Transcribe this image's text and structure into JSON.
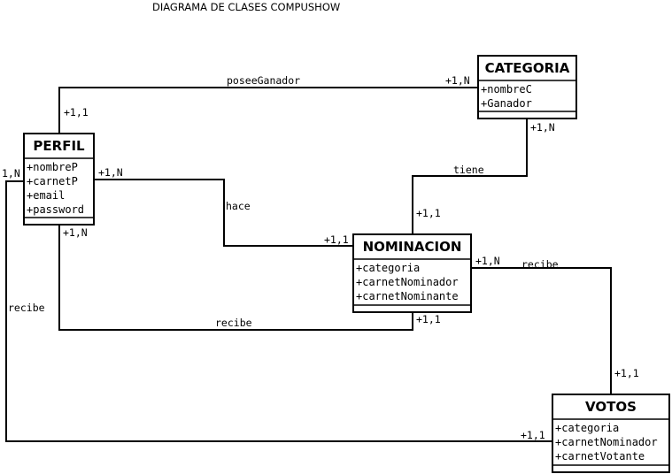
{
  "title": "DIAGRAMA DE CLASES COMPUSHOW",
  "classes": {
    "categoria": {
      "name": "CATEGORIA",
      "attributes": [
        "+nombreC",
        "+Ganador"
      ]
    },
    "perfil": {
      "name": "PERFIL",
      "attributes": [
        "+nombreP",
        "+carnetP",
        "+email",
        "+password"
      ]
    },
    "nominacion": {
      "name": "NOMINACION",
      "attributes": [
        "+categoria",
        "+carnetNominador",
        "+carnetNominante"
      ]
    },
    "votos": {
      "name": "VOTOS",
      "attributes": [
        "+categoria",
        "+carnetNominador",
        "+carnetVotante"
      ]
    }
  },
  "associations": {
    "posee_ganador": {
      "label": "poseeGanador",
      "from_mult": "+1,1",
      "to_mult": "+1,N"
    },
    "tiene": {
      "label": "tiene",
      "from_mult": "+1,N",
      "to_mult": "+1,1"
    },
    "hace": {
      "label": "hace",
      "from_mult": "+1,N",
      "to_mult": "+1,1"
    },
    "recibe_perfil_nominacion": {
      "label": "recibe",
      "from_mult": "+1,N",
      "to_mult": "+1,1"
    },
    "recibe_nominacion_votos": {
      "label": "recibe",
      "from_mult": "+1,N",
      "to_mult": "+1,1"
    },
    "recibe_perfil_votos": {
      "label": "recibe",
      "from_mult": "1,N",
      "to_mult": "+1,1"
    }
  }
}
